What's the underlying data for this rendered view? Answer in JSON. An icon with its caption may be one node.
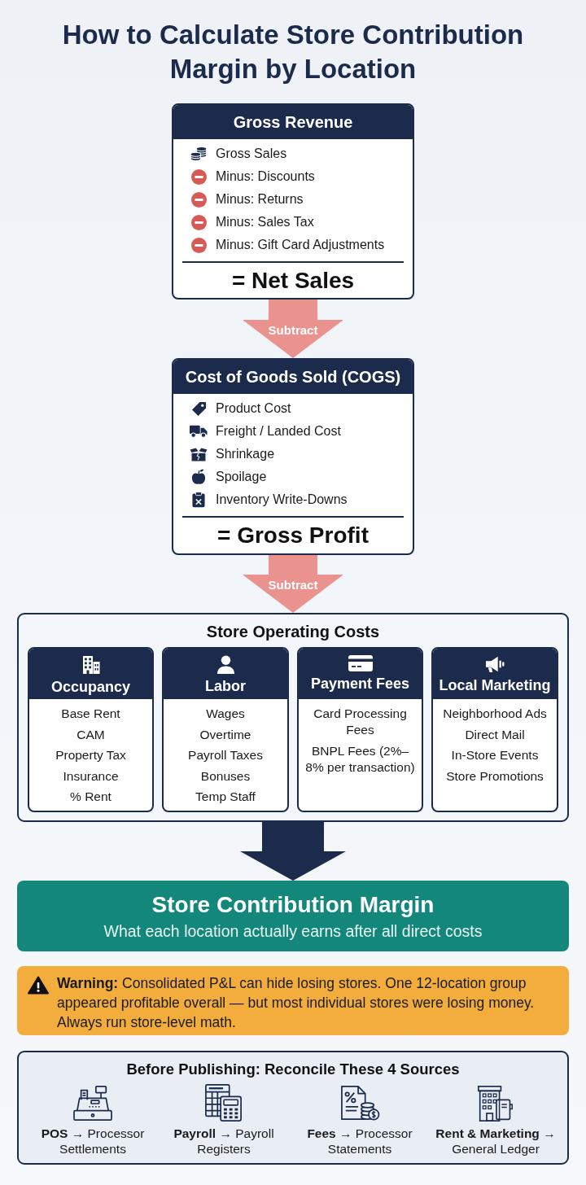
{
  "diagram": {
    "title": "How to Calculate Store Contribution Margin by Location",
    "nodes": [
      {
        "text": [
          "Gross Revenue",
          "Gross Sales",
          "Minus: Discounts",
          "Minus: Returns",
          "Minus: Sales Tax",
          "Minus: Gift Card Adjustments",
          "= Net Sales"
        ]
      },
      {
        "text": [
          "Cost of Goods Sold (COGS)",
          "Product Cost",
          "Freight / Landed Cost",
          "Shrinkage",
          "Spoilage",
          "Inventory Write-Downs",
          "= Gross Profit"
        ]
      },
      {
        "text": [
          "Store Operating Costs"
        ]
      },
      {
        "text": [
          "Occupancy",
          "Base Rent",
          "CAM",
          "Property Tax",
          "Insurance",
          "% Rent"
        ],
        "in": 2
      },
      {
        "text": [
          "Labor",
          "Wages",
          "Overtime",
          "Payroll Taxes",
          "Bonuses",
          "Temp Staff"
        ],
        "in": 2
      },
      {
        "text": [
          "Payment Fees",
          "Card Processing Fees",
          "BNPL Fees (2%–8% per transaction)"
        ],
        "in": 2
      },
      {
        "text": [
          "Local Marketing",
          "Neighborhood Ads",
          "Direct Mail",
          "In-Store Events",
          "Store Promotions"
        ],
        "in": 2
      },
      {
        "text": [
          "Store Contribution Margin",
          "What each location actually earns after all direct costs"
        ]
      },
      {
        "text": [
          "**Warning:** Consolidated P&L can hide losing stores. One 12-location group appeared profitable overall — but most individual stores were losing money. Always run store-level math."
        ]
      },
      {
        "text": [
          "Before Publishing: Reconcile These 4 Sources",
          "**POS** → Processor Settlements",
          "**Payroll** → Payroll Registers",
          "**Fees** → Processor Statements",
          "**Rent & Marketing** → General Ledger"
        ]
      }
    ],
    "edges": [
      {
        "from": 0,
        "to": 1,
        "arrow": "to",
        "label": "Subtract",
        "style": "thick"
      },
      {
        "from": 1,
        "to": 2,
        "arrow": "to",
        "label": "Subtract",
        "style": "thick"
      },
      {
        "from": 2,
        "to": 7,
        "arrow": "to",
        "style": "thick",
        "color": "#1c2b4b"
      }
    ]
  }
}
